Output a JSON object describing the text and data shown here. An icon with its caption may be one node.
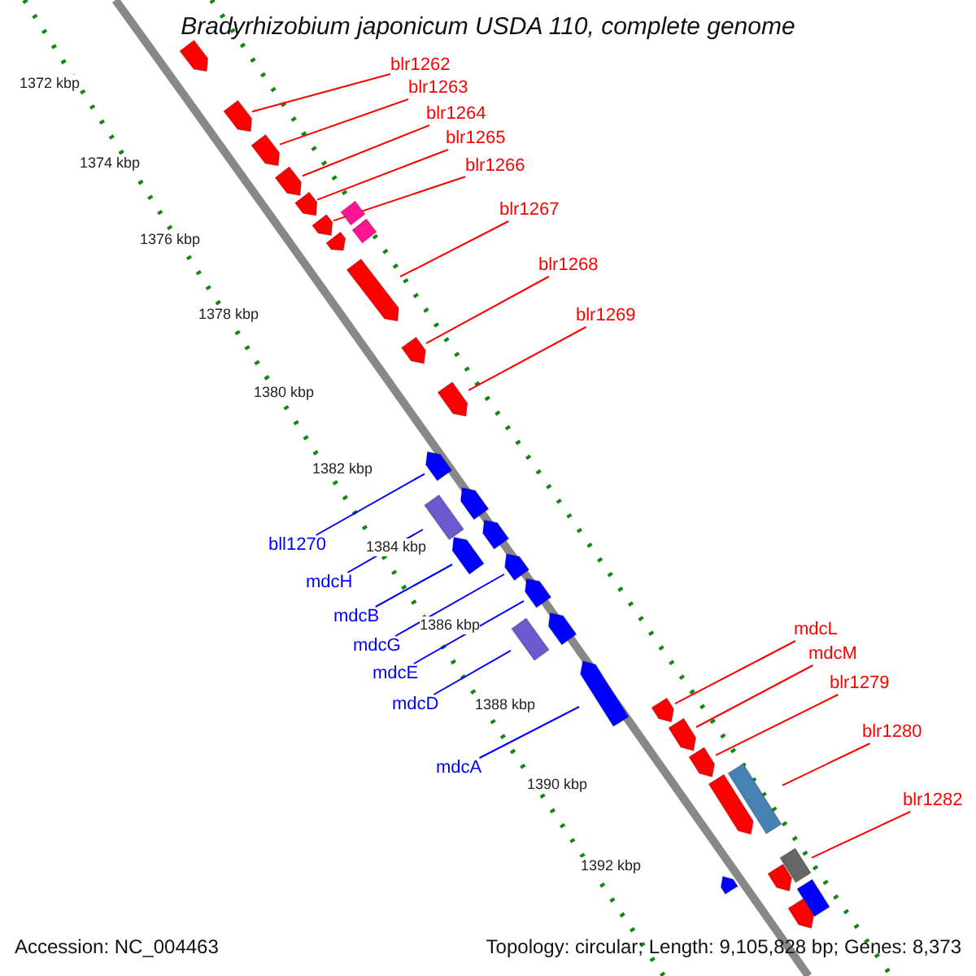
{
  "diagram": {
    "title": "Bradyrhizobium japonicum USDA 110, complete genome",
    "nodes": [
      {
        "text": [
          "blr1262"
        ]
      },
      {
        "text": [
          "blr1263"
        ]
      },
      {
        "text": [
          "blr1264"
        ]
      },
      {
        "text": [
          "blr1265"
        ]
      },
      {
        "text": [
          "blr1266"
        ]
      },
      {
        "text": [
          "blr1267"
        ]
      },
      {
        "text": [
          "blr1268"
        ]
      },
      {
        "text": [
          "blr1269"
        ]
      },
      {
        "text": [
          "bll1270"
        ]
      },
      {
        "text": [
          "mdcH"
        ]
      },
      {
        "text": [
          "mdcB"
        ]
      },
      {
        "text": [
          "mdcG"
        ]
      },
      {
        "text": [
          "mdcE"
        ]
      },
      {
        "text": [
          "mdcD"
        ]
      },
      {
        "text": [
          "mdcA"
        ]
      },
      {
        "text": [
          "mdcL"
        ]
      },
      {
        "text": [
          "mdcM"
        ]
      },
      {
        "text": [
          "blr1279"
        ]
      },
      {
        "text": [
          "blr1280"
        ]
      },
      {
        "text": [
          "blr1282"
        ]
      },
      {
        "text": [],
        "shape": "pentagon"
      },
      {
        "text": [],
        "shape": "pentagon"
      },
      {
        "text": [],
        "shape": "pentagon"
      },
      {
        "text": [],
        "shape": "pentagon"
      },
      {
        "text": [],
        "shape": "pentagon"
      },
      {
        "text": [],
        "shape": "pentagon"
      },
      {
        "text": [],
        "shape": "pentagon"
      },
      {
        "text": [],
        "shape": "pentagon"
      },
      {
        "text": [],
        "shape": "pentagon"
      },
      {
        "text": [],
        "shape": "box"
      },
      {
        "text": [],
        "shape": "pentagon"
      },
      {
        "text": [],
        "shape": "pentagon"
      },
      {
        "text": [],
        "shape": "pentagon"
      },
      {
        "text": [],
        "shape": "box"
      },
      {
        "text": [],
        "shape": "pentagon"
      },
      {
        "text": [],
        "shape": "pentagon"
      },
      {
        "text": [],
        "shape": "pentagon"
      },
      {
        "text": [],
        "shape": "pentagon"
      },
      {
        "text": [],
        "shape": "box"
      },
      {
        "text": [],
        "shape": "box"
      },
      {
        "text": [],
        "shape": "pentagon"
      },
      {
        "text": [],
        "shape": "box"
      },
      {
        "text": [],
        "shape": "box"
      },
      {
        "text": [],
        "shape": "pentagon"
      },
      {
        "text": [],
        "shape": "pentagon"
      },
      {
        "text": [],
        "shape": "pentagon"
      },
      {
        "text": [],
        "shape": "pentagon"
      },
      {
        "text": [],
        "shape": "pentagon"
      },
      {
        "text": [],
        "shape": "pentagon"
      },
      {
        "text": [],
        "shape": "pentagon"
      },
      {
        "text": [],
        "shape": "box"
      },
      {
        "text": [],
        "shape": "pentagon"
      }
    ],
    "edges": [
      {
        "from": 0,
        "to": 20,
        "arrow": "none"
      },
      {
        "from": 1,
        "to": 21,
        "arrow": "none"
      },
      {
        "from": 2,
        "to": 22,
        "arrow": "none"
      },
      {
        "from": 3,
        "to": 23,
        "arrow": "none"
      },
      {
        "from": 4,
        "to": 24,
        "arrow": "none"
      },
      {
        "from": 5,
        "to": 25,
        "arrow": "none"
      },
      {
        "from": 6,
        "to": 26,
        "arrow": "none"
      },
      {
        "from": 7,
        "to": 27,
        "arrow": "none"
      },
      {
        "from": 8,
        "to": 28,
        "arrow": "none",
        "color": "#0000ff"
      },
      {
        "from": 9,
        "to": 29,
        "arrow": "none",
        "color": "#0000ff"
      },
      {
        "from": 10,
        "to": 30,
        "arrow": "none",
        "color": "#0000ff"
      },
      {
        "from": 11,
        "to": 31,
        "arrow": "none",
        "color": "#0000ff"
      },
      {
        "from": 12,
        "to": 32,
        "arrow": "none",
        "color": "#0000ff"
      },
      {
        "from": 13,
        "to": 33,
        "arrow": "none",
        "color": "#0000ff"
      },
      {
        "from": 14,
        "to": 34,
        "arrow": "none",
        "color": "#0000ff"
      },
      {
        "from": 15,
        "to": 35,
        "arrow": "none"
      },
      {
        "from": 16,
        "to": 36,
        "arrow": "none"
      },
      {
        "from": 17,
        "to": 37,
        "arrow": "none"
      },
      {
        "from": 18,
        "to": 38,
        "arrow": "none"
      },
      {
        "from": 19,
        "to": 39,
        "arrow": "none"
      }
    ],
    "labels": [
      "1372 kbp",
      "1374 kbp",
      "1376 kbp",
      "1378 kbp",
      "1380 kbp",
      "1382 kbp",
      "1384 kbp",
      "1386 kbp",
      "1388 kbp",
      "1390 kbp",
      "1392 kbp",
      "Accession: NC_004463",
      "Topology: circular; Length: 9,105,828 bp; Genes: 8,373"
    ]
  }
}
